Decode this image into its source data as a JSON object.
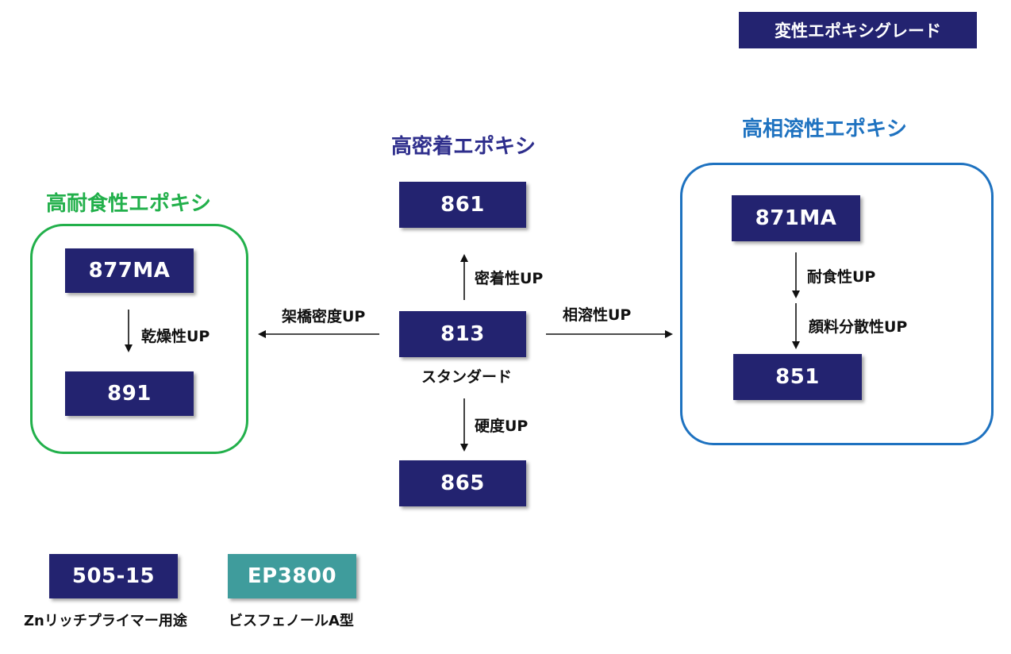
{
  "grade_tag": "変性エポキシグレード",
  "colors": {
    "navy": "#232370",
    "teal": "#3f9c9c",
    "green": "#22b04b",
    "blue": "#1e72c0",
    "heading_navy": "#2e2e8c"
  },
  "center": {
    "heading": "高密着エポキシ",
    "top_box": "861",
    "main_box": "813",
    "main_caption": "スタンダード",
    "bottom_box": "865",
    "arrow_up_label": "密着性UP",
    "arrow_down_label": "硬度UP",
    "arrow_left_label": "架橋密度UP",
    "arrow_right_label": "相溶性UP"
  },
  "left_group": {
    "heading": "高耐食性エポキシ",
    "top_box": "877MA",
    "arrow_label": "乾燥性UP",
    "bottom_box": "891"
  },
  "right_group": {
    "heading": "高相溶性エポキシ",
    "top_box": "871MA",
    "arrow_label_1": "耐食性UP",
    "arrow_label_2": "顔料分散性UP",
    "bottom_box": "851"
  },
  "legend": [
    {
      "box": "505-15",
      "caption": "Znリッチプライマー用途"
    },
    {
      "box": "EP3800",
      "caption": "ビスフェノールA型"
    }
  ]
}
